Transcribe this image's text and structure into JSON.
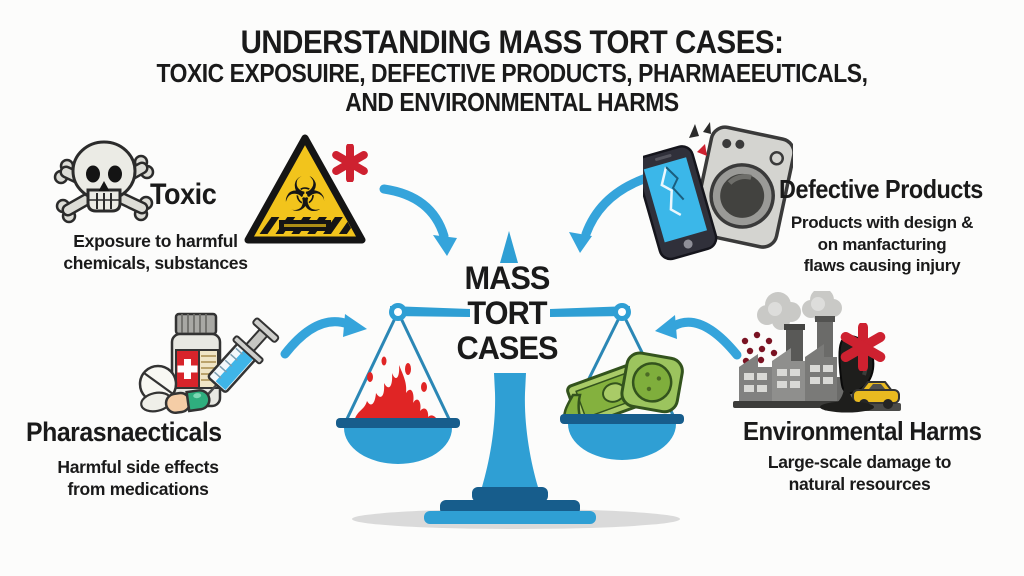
{
  "title": {
    "line1": "UNDERSTANDING MASS TORT CASES:",
    "line2": "TOXIC EXPOSUIRE, DEFECTIVE PRODUCTS, PHARMAEEUTICALS,",
    "line3": "AND ENVIRONMENTAL HARMS"
  },
  "center": {
    "line1": "MASS",
    "line2": "TORT",
    "line3": "CASES",
    "left_pan_contents": "flames",
    "right_pan_contents": "money"
  },
  "sections": {
    "toxic": {
      "heading": "Toxic",
      "desc": [
        "Exposure to harmful",
        "chemicals, substances"
      ]
    },
    "defective_products": {
      "heading": "Defective Products",
      "desc": [
        "Products with design  &",
        "on manfacturing",
        "flaws causing injury"
      ]
    },
    "pharmaceuticals": {
      "heading": "Pharasnaecticals",
      "desc": [
        "Harmful side effects",
        "from medications"
      ]
    },
    "environmental_harms": {
      "heading": "Environmental Harms",
      "desc": [
        "Large-scale damage to",
        "natural resources"
      ]
    }
  },
  "icons": {
    "biohazard_glyph": "☣",
    "skull": "skull-and-crossbones",
    "warning_triangle": "biohazard-warning-triangle",
    "asterisk": "red-asterisk",
    "phone": "cracked-smartphone",
    "washer": "washing-machine",
    "pharma": "medicine-bottle-syringe-pills",
    "factory": "polluting-factory-oil-spill",
    "scale": "balance-scale"
  },
  "colors": {
    "accent_blue": "#2F9FD4",
    "dark_blue": "#175D8C",
    "string_blue": "#2B87B5",
    "alert_red": "#CE2130",
    "flame_red": "#E02525",
    "hazard_yellow": "#F2C41C",
    "money_green": "#9DC05B",
    "ink": "#1A1A1A",
    "background": "#FCFCFB",
    "shadow_gray": "#DADADA"
  }
}
